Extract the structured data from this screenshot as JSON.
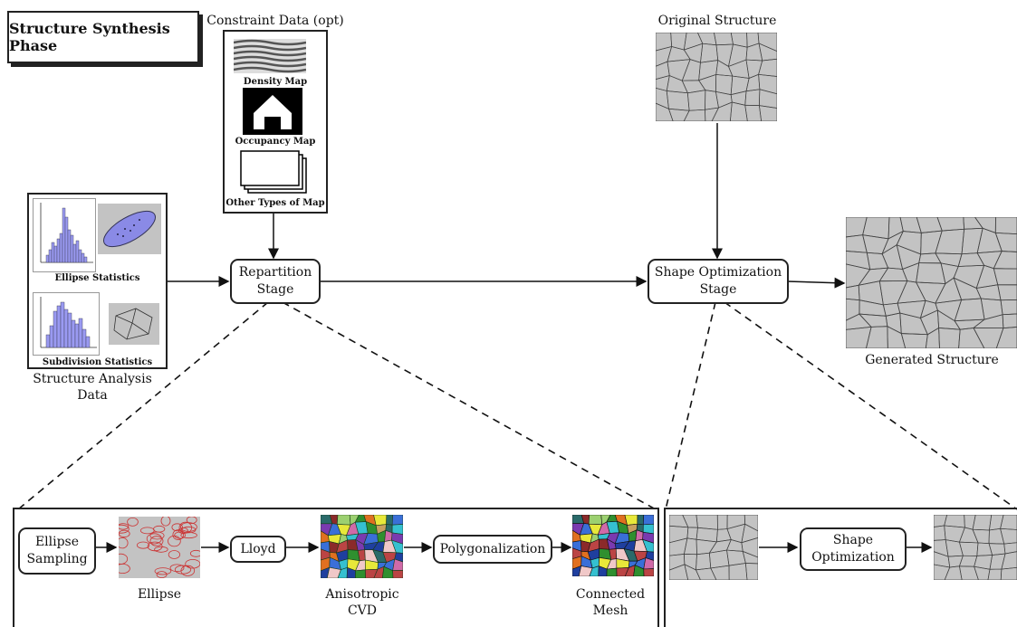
{
  "title": "Structure Synthesis Phase",
  "constraint": {
    "heading": "Constraint Data (opt)",
    "density_label": "Density Map",
    "occupancy_label": "Occupancy Map",
    "other_label": "Other Types of Map"
  },
  "analysis": {
    "ellipse_label": "Ellipse Statistics",
    "subdivision_label": "Subdivision Statistics",
    "caption": "Structure Analysis\nData"
  },
  "repartition": {
    "label": "Repartition\nStage"
  },
  "original": {
    "label": "Original Structure"
  },
  "shape_opt_stage": {
    "label": "Shape Optimization\nStage"
  },
  "generated": {
    "label": "Generated Structure"
  },
  "detail_left": {
    "ellipse_sampling": "Ellipse\nSampling",
    "ellipse_caption": "Ellipse",
    "lloyd": "Lloyd",
    "cvd_caption": "Anisotropic\nCVD",
    "polygonalization": "Polygonalization",
    "mesh_caption": "Connected\nMesh"
  },
  "detail_right": {
    "shape_optimization": "Shape\nOptimization"
  },
  "colors": {
    "histogram_bar": "#9a9af2",
    "ellipse_blob": "#8a8ae6",
    "panel_gray": "#c3c3c3",
    "cell_line": "#444444",
    "ellipse_red": "#cc3333"
  }
}
